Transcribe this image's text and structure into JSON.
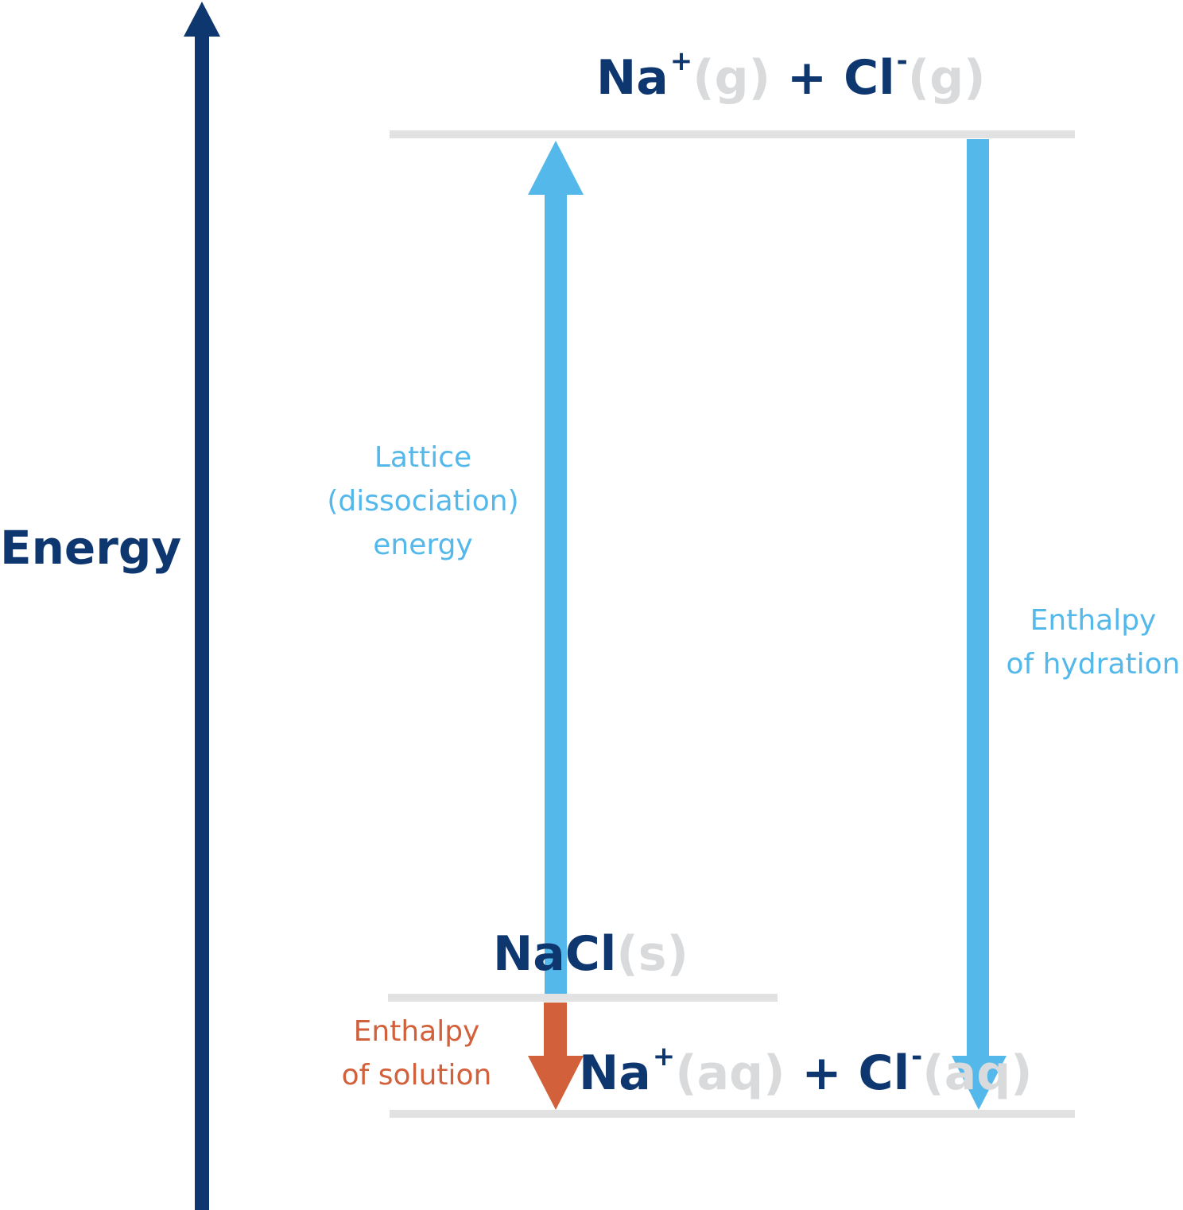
{
  "axis": {
    "label": "Energy",
    "color": "#0f376f"
  },
  "levels": {
    "gas_ions": {
      "cation": "Na",
      "cation_charge": "+",
      "cation_state": "(g)",
      "plus": " + ",
      "anion": "Cl",
      "anion_charge": "-",
      "anion_state": "(g)"
    },
    "solid": {
      "formula_a": "Na",
      "formula_b": "Cl",
      "state": "(s)"
    },
    "aqueous_ions": {
      "cation": "Na",
      "cation_charge": "+",
      "cation_state": "(aq)",
      "plus": " + ",
      "anion": "Cl",
      "anion_charge": "-",
      "anion_state": "(aq)"
    }
  },
  "arrows": {
    "lattice": {
      "line1": "Lattice",
      "line2": "(dissociation)",
      "line3": "energy",
      "color": "#55b8ea"
    },
    "hydration": {
      "line1": "Enthalpy",
      "line2": "of hydration",
      "color": "#55b8ea"
    },
    "solution": {
      "line1": "Enthalpy",
      "line2": "of solution",
      "color": "#d2603a"
    }
  },
  "colors": {
    "level_line": "#e2e2e2",
    "state_text": "#d8dadc",
    "species_text": "#0f376f"
  }
}
